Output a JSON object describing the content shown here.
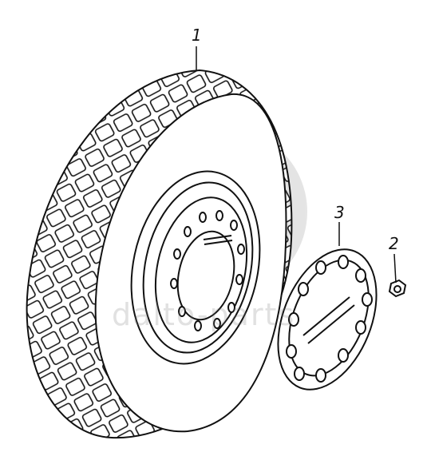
{
  "callouts": [
    {
      "id": "1",
      "label": "1"
    },
    {
      "id": "2",
      "label": "2"
    },
    {
      "id": "3",
      "label": "3"
    }
  ],
  "watermark": {
    "text": "dalto-parts"
  },
  "colors": {
    "ink": "#111111",
    "watermark": "#c8c8c8"
  }
}
